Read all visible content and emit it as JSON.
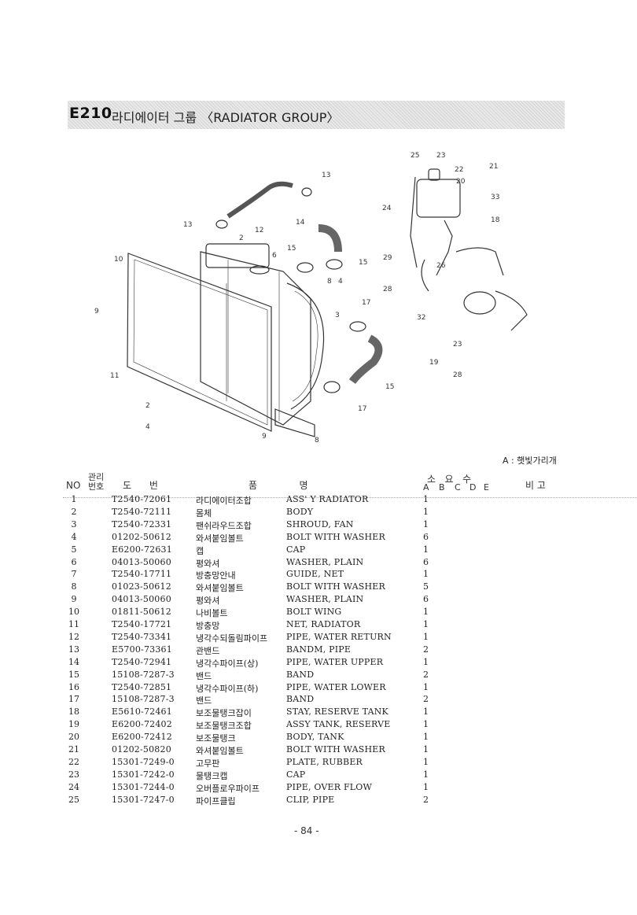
{
  "header": {
    "code": "E210",
    "title": "라디에이터 그룹 〈RADIATOR GROUP〉"
  },
  "diagram": {
    "callouts": [
      "25",
      "23",
      "22",
      "21",
      "20",
      "13",
      "33",
      "18",
      "24",
      "14",
      "13",
      "12",
      "2",
      "6",
      "15",
      "15",
      "29",
      "10",
      "26",
      "8",
      "4",
      "28",
      "17",
      "3",
      "32",
      "9",
      "11",
      "23",
      "19",
      "28",
      "15",
      "2",
      "17",
      "4",
      "9",
      "8"
    ],
    "legend": "A : 햇빛가리개"
  },
  "table": {
    "headers": {
      "no": "NO",
      "mgmt_line1": "관리",
      "mgmt_line2": "번호",
      "drawing": "도      번",
      "name": "품              명",
      "qty": "소   요   수",
      "qty_cols": [
        "A",
        "B",
        "C",
        "D",
        "E"
      ],
      "remarks": "비 고"
    },
    "rows": [
      {
        "no": "1",
        "part": "T2540-72061",
        "kr": "라디에이터조합",
        "en": "ASS' Y RADIATOR",
        "qty": "1"
      },
      {
        "no": "2",
        "part": "T2540-72111",
        "kr": "몸체",
        "en": "BODY",
        "qty": "1"
      },
      {
        "no": "3",
        "part": "T2540-72331",
        "kr": "팬쉬라우드조합",
        "en": "SHROUD, FAN",
        "qty": "1"
      },
      {
        "no": "4",
        "part": "01202-50612",
        "kr": "와셔붙임볼트",
        "en": "BOLT WITH WASHER",
        "qty": "6"
      },
      {
        "no": "5",
        "part": "E6200-72631",
        "kr": "캡",
        "en": "CAP",
        "qty": "1"
      },
      {
        "no": "6",
        "part": "04013-50060",
        "kr": "평와셔",
        "en": "WASHER, PLAIN",
        "qty": "6"
      },
      {
        "no": "7",
        "part": "T2540-17711",
        "kr": "방충망안내",
        "en": "GUIDE, NET",
        "qty": "1"
      },
      {
        "no": "8",
        "part": "01023-50612",
        "kr": "와셔붙임볼트",
        "en": "BOLT WITH WASHER",
        "qty": "5"
      },
      {
        "no": "9",
        "part": "04013-50060",
        "kr": "평와셔",
        "en": "WASHER, PLAIN",
        "qty": "6"
      },
      {
        "no": "10",
        "part": "01811-50612",
        "kr": "나비볼트",
        "en": "BOLT WING",
        "qty": "1"
      },
      {
        "no": "11",
        "part": "T2540-17721",
        "kr": "방충망",
        "en": "NET, RADIATOR",
        "qty": "1"
      },
      {
        "no": "12",
        "part": "T2540-73341",
        "kr": "냉각수되돌림파이프",
        "en": "PIPE, WATER RETURN",
        "qty": "1"
      },
      {
        "no": "13",
        "part": "E5700-73361",
        "kr": "관밴드",
        "en": "BANDM, PIPE",
        "qty": "2"
      },
      {
        "no": "14",
        "part": "T2540-72941",
        "kr": "냉각수파이프(상)",
        "en": "PIPE, WATER UPPER",
        "qty": "1"
      },
      {
        "no": "15",
        "part": "15108-7287-3",
        "kr": "밴드",
        "en": "BAND",
        "qty": "2"
      },
      {
        "no": "16",
        "part": "T2540-72851",
        "kr": "냉각수파이프(하)",
        "en": "PIPE, WATER LOWER",
        "qty": "1"
      },
      {
        "no": "17",
        "part": "15108-7287-3",
        "kr": "밴드",
        "en": "BAND",
        "qty": "2"
      },
      {
        "no": "18",
        "part": "E5610-72461",
        "kr": "보조물탱크잡이",
        "en": "STAY, RESERVE TANK",
        "qty": "1"
      },
      {
        "no": "19",
        "part": "E6200-72402",
        "kr": "보조물탱크조합",
        "en": "ASSY TANK, RESERVE",
        "qty": "1"
      },
      {
        "no": "20",
        "part": "E6200-72412",
        "kr": "보조물탱크",
        "en": "BODY, TANK",
        "qty": "1"
      },
      {
        "no": "21",
        "part": "01202-50820",
        "kr": "와셔붙임볼트",
        "en": "BOLT WITH WASHER",
        "qty": "1"
      },
      {
        "no": "22",
        "part": "15301-7249-0",
        "kr": "고무판",
        "en": "PLATE, RUBBER",
        "qty": "1"
      },
      {
        "no": "23",
        "part": "15301-7242-0",
        "kr": "물탱크캡",
        "en": "CAP",
        "qty": "1"
      },
      {
        "no": "24",
        "part": "15301-7244-0",
        "kr": "오버플로우파이프",
        "en": "PIPE, OVER FLOW",
        "qty": "1"
      },
      {
        "no": "25",
        "part": "15301-7247-0",
        "kr": "파이프클립",
        "en": "CLIP, PIPE",
        "qty": "2"
      }
    ]
  },
  "footer": {
    "page": "- 84 -"
  }
}
